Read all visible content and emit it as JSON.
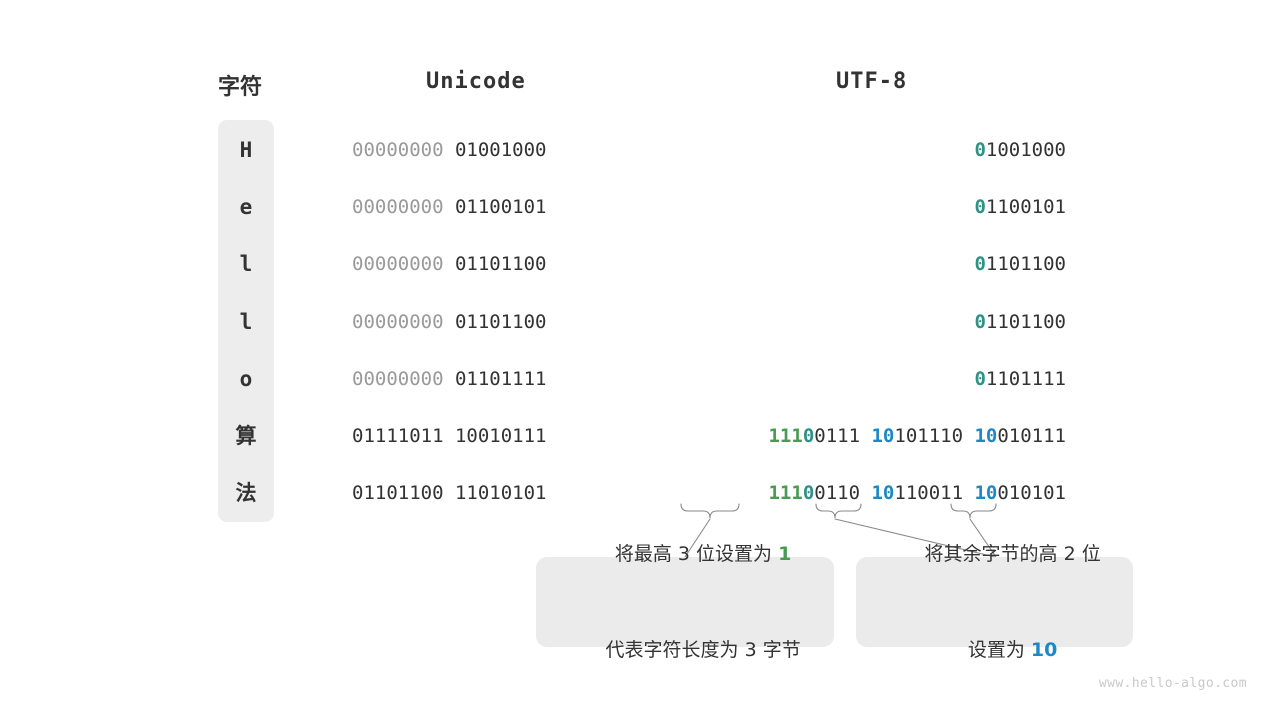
{
  "headers": {
    "char": "字符",
    "unicode": "Unicode",
    "utf8": "UTF-8"
  },
  "rows": [
    {
      "char": "H",
      "unicode_high": "00000000",
      "unicode_low": "01001000",
      "utf8_bytes": [
        {
          "prefix": "0",
          "prefix_color": "teal",
          "rest": "1001000"
        }
      ]
    },
    {
      "char": "e",
      "unicode_high": "00000000",
      "unicode_low": "01100101",
      "utf8_bytes": [
        {
          "prefix": "0",
          "prefix_color": "teal",
          "rest": "1100101"
        }
      ]
    },
    {
      "char": "l",
      "unicode_high": "00000000",
      "unicode_low": "01101100",
      "utf8_bytes": [
        {
          "prefix": "0",
          "prefix_color": "teal",
          "rest": "1101100"
        }
      ]
    },
    {
      "char": "l",
      "unicode_high": "00000000",
      "unicode_low": "01101100",
      "utf8_bytes": [
        {
          "prefix": "0",
          "prefix_color": "teal",
          "rest": "1101100"
        }
      ]
    },
    {
      "char": "o",
      "unicode_high": "00000000",
      "unicode_low": "01101111",
      "utf8_bytes": [
        {
          "prefix": "0",
          "prefix_color": "teal",
          "rest": "1101111"
        }
      ]
    },
    {
      "char": "算",
      "unicode_high": "01111011",
      "unicode_low": "10010111",
      "utf8_bytes": [
        {
          "prefix": "111",
          "prefix_color": "green",
          "prefix2": "0",
          "prefix2_color": "teal",
          "rest": "0111"
        },
        {
          "prefix": "10",
          "prefix_color": "blue",
          "rest": "101110"
        },
        {
          "prefix": "10",
          "prefix_color": "blue",
          "rest": "010111"
        }
      ]
    },
    {
      "char": "法",
      "unicode_high": "01101100",
      "unicode_low": "11010101",
      "utf8_bytes": [
        {
          "prefix": "111",
          "prefix_color": "green",
          "prefix2": "0",
          "prefix2_color": "teal",
          "rest": "0110"
        },
        {
          "prefix": "10",
          "prefix_color": "blue",
          "rest": "110011"
        },
        {
          "prefix": "10",
          "prefix_color": "blue",
          "rest": "010101"
        }
      ]
    }
  ],
  "callouts": [
    {
      "line1_before": "将最高 3 位设置为 ",
      "line1_highlight": "1",
      "line1_highlight_color": "green",
      "line2_before": "代表字符长度为 3 字节",
      "line2_highlight": "",
      "line2_highlight_color": ""
    },
    {
      "line1_before": "将其余字节的高 2 位",
      "line1_highlight": "",
      "line1_highlight_color": "",
      "line2_before": "设置为 ",
      "line2_highlight": "10",
      "line2_highlight_color": "blue"
    }
  ],
  "watermark": "www.hello-algo.com",
  "colors": {
    "teal": "#2e9287",
    "green": "#4a9b52",
    "blue": "#1e88c7",
    "dim": "#9a9a9a",
    "text": "#333333",
    "panel": "#ededed",
    "callout_bg": "#ebebeb"
  }
}
